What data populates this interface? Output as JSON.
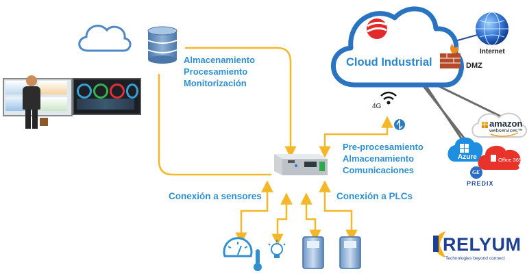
{
  "cloud": {
    "title": "Cloud Industrial"
  },
  "dmz": {
    "label": "DMZ"
  },
  "internet": {
    "label": "Internet"
  },
  "cellular": {
    "label": "4G"
  },
  "server_functions": [
    "Almacenamiento",
    "Procesamiento",
    "Monitorización"
  ],
  "gateway_functions": [
    "Pre-procesamiento",
    "Almacenamiento",
    "Comunicaciones"
  ],
  "sensors": {
    "label": "Conexión a sensores"
  },
  "plcs": {
    "label": "Conexión a PLCs"
  },
  "services": {
    "aws_main": "amazon",
    "aws_sub": "webservices™",
    "azure": "Azure",
    "office": "Office 365",
    "predix": "PREDIX",
    "ge": "GE"
  },
  "brand": {
    "name": "RELYUM",
    "tagline": "Technologies beyond connect"
  },
  "colors": {
    "flow": "#f5b72a",
    "accent": "#2f8fd0",
    "cloud": "#2a73c0",
    "brand": "#1f3f93"
  }
}
